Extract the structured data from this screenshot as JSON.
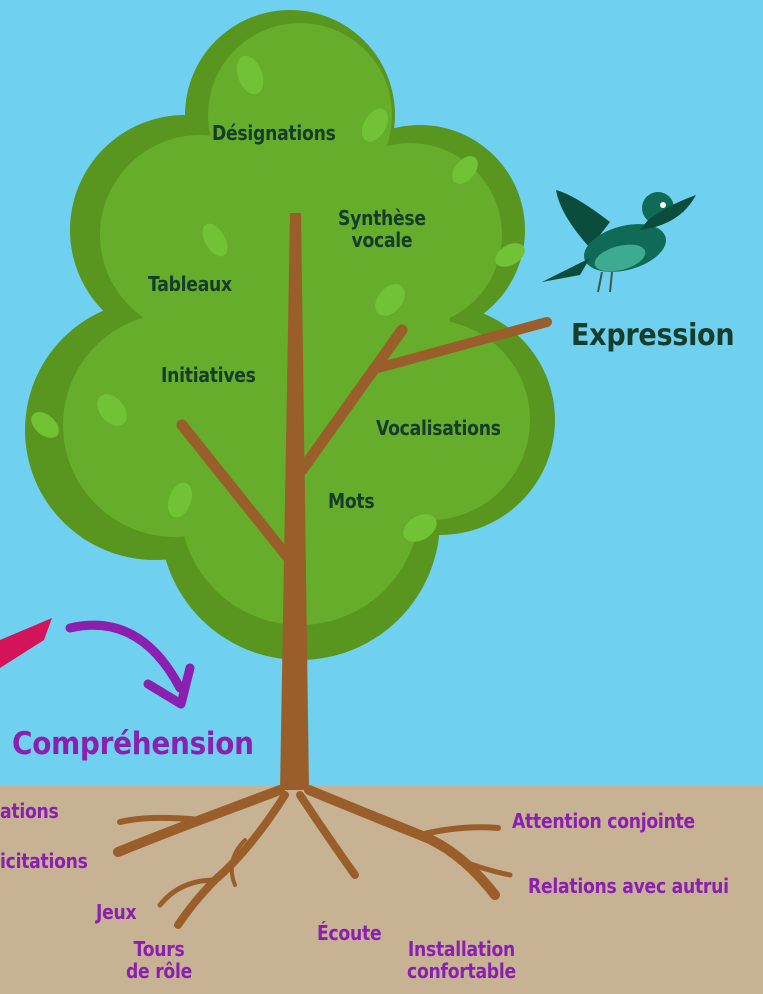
{
  "colors": {
    "sky": "#6fd1ef",
    "ground": "#c7b394",
    "foliage_dark": "#58961f",
    "foliage": "#65ad2a",
    "foliage_light": "#72c236",
    "trunk": "#9a5e2a",
    "bird": "#0f6b55",
    "expression_text": "#143d2b",
    "comprehension_text": "#8a1fb0",
    "arrow_purple": "#8a1fb0",
    "arrow_pink": "#d4145a"
  },
  "tree": {
    "leaves": {
      "designations": "Désignations",
      "synthese_line1": "Synthèse",
      "synthese_line2": "vocale",
      "tableaux": "Tableaux",
      "initiatives": "Initiatives",
      "vocalisations": "Vocalisations",
      "mots": "Mots"
    },
    "expression_label": "Expression"
  },
  "comprehension_label": "Compréhension",
  "roots": {
    "ations": "ations",
    "icitations": "icitations",
    "jeux": "Jeux",
    "tours_line1": "Tours",
    "tours_line2": "de rôle",
    "ecoute": "Écoute",
    "installation_line1": "Installation",
    "installation_line2": "confortable",
    "attention": "Attention conjointe",
    "relations": "Relations avec autrui"
  }
}
